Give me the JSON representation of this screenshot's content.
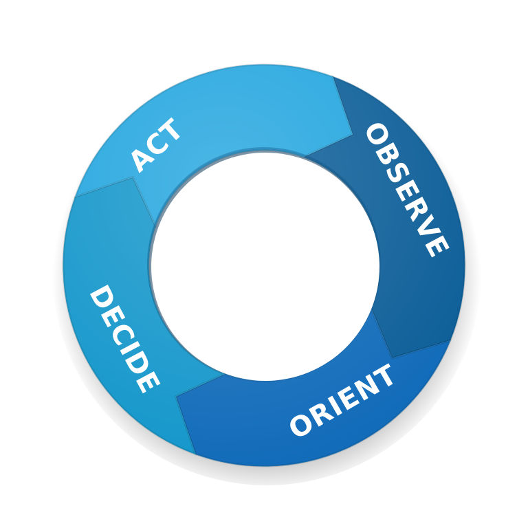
{
  "diagram": {
    "segments": [
      {
        "id": "observe",
        "label": "OBSERVE",
        "color": "#0e5f99",
        "highlight": "#1a79b8"
      },
      {
        "id": "orient",
        "label": "ORIENT",
        "color": "#136cba",
        "highlight": "#2384cf"
      },
      {
        "id": "decide",
        "label": "DECIDE",
        "color": "#1597cb",
        "highlight": "#27a9da"
      },
      {
        "id": "act",
        "label": "ACT",
        "color": "#24a6df",
        "highlight": "#3cb8ec"
      }
    ]
  }
}
